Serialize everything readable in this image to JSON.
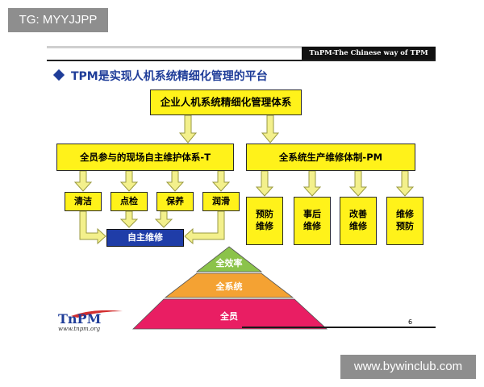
{
  "watermarks": {
    "top_left": "TG: MYYJJPP",
    "bottom_right": "www.bywinclub.com"
  },
  "header_banner": "TnPM-The Chinese way of TPM",
  "title": "TPM是实现人机系统精细化管理的平台",
  "top_box": "企业人机系统精细化管理体系",
  "left_system": {
    "label": "全员参与的现场自主维护体系-T",
    "items": [
      "清洁",
      "点检",
      "保养",
      "润滑"
    ],
    "result": "自主维修"
  },
  "right_system": {
    "label": "全系统生产维修体制-PM",
    "items": [
      {
        "line1": "预防",
        "line2": "维修"
      },
      {
        "line1": "事后",
        "line2": "维修"
      },
      {
        "line1": "改善",
        "line2": "维修"
      },
      {
        "line1": "维修",
        "line2": "预防"
      }
    ]
  },
  "pyramid": {
    "levels": [
      "全效率",
      "全系统",
      "全员"
    ],
    "colors": [
      "#8bc34a",
      "#f4a233",
      "#e91e63"
    ]
  },
  "logo_text": "TnPM",
  "logo_url": "www.tnpm.org",
  "page_number": "6",
  "colors": {
    "box_fill": "#fff21a",
    "arrow_fill": "#f3f08c",
    "accent_blue": "#1f3da8"
  }
}
